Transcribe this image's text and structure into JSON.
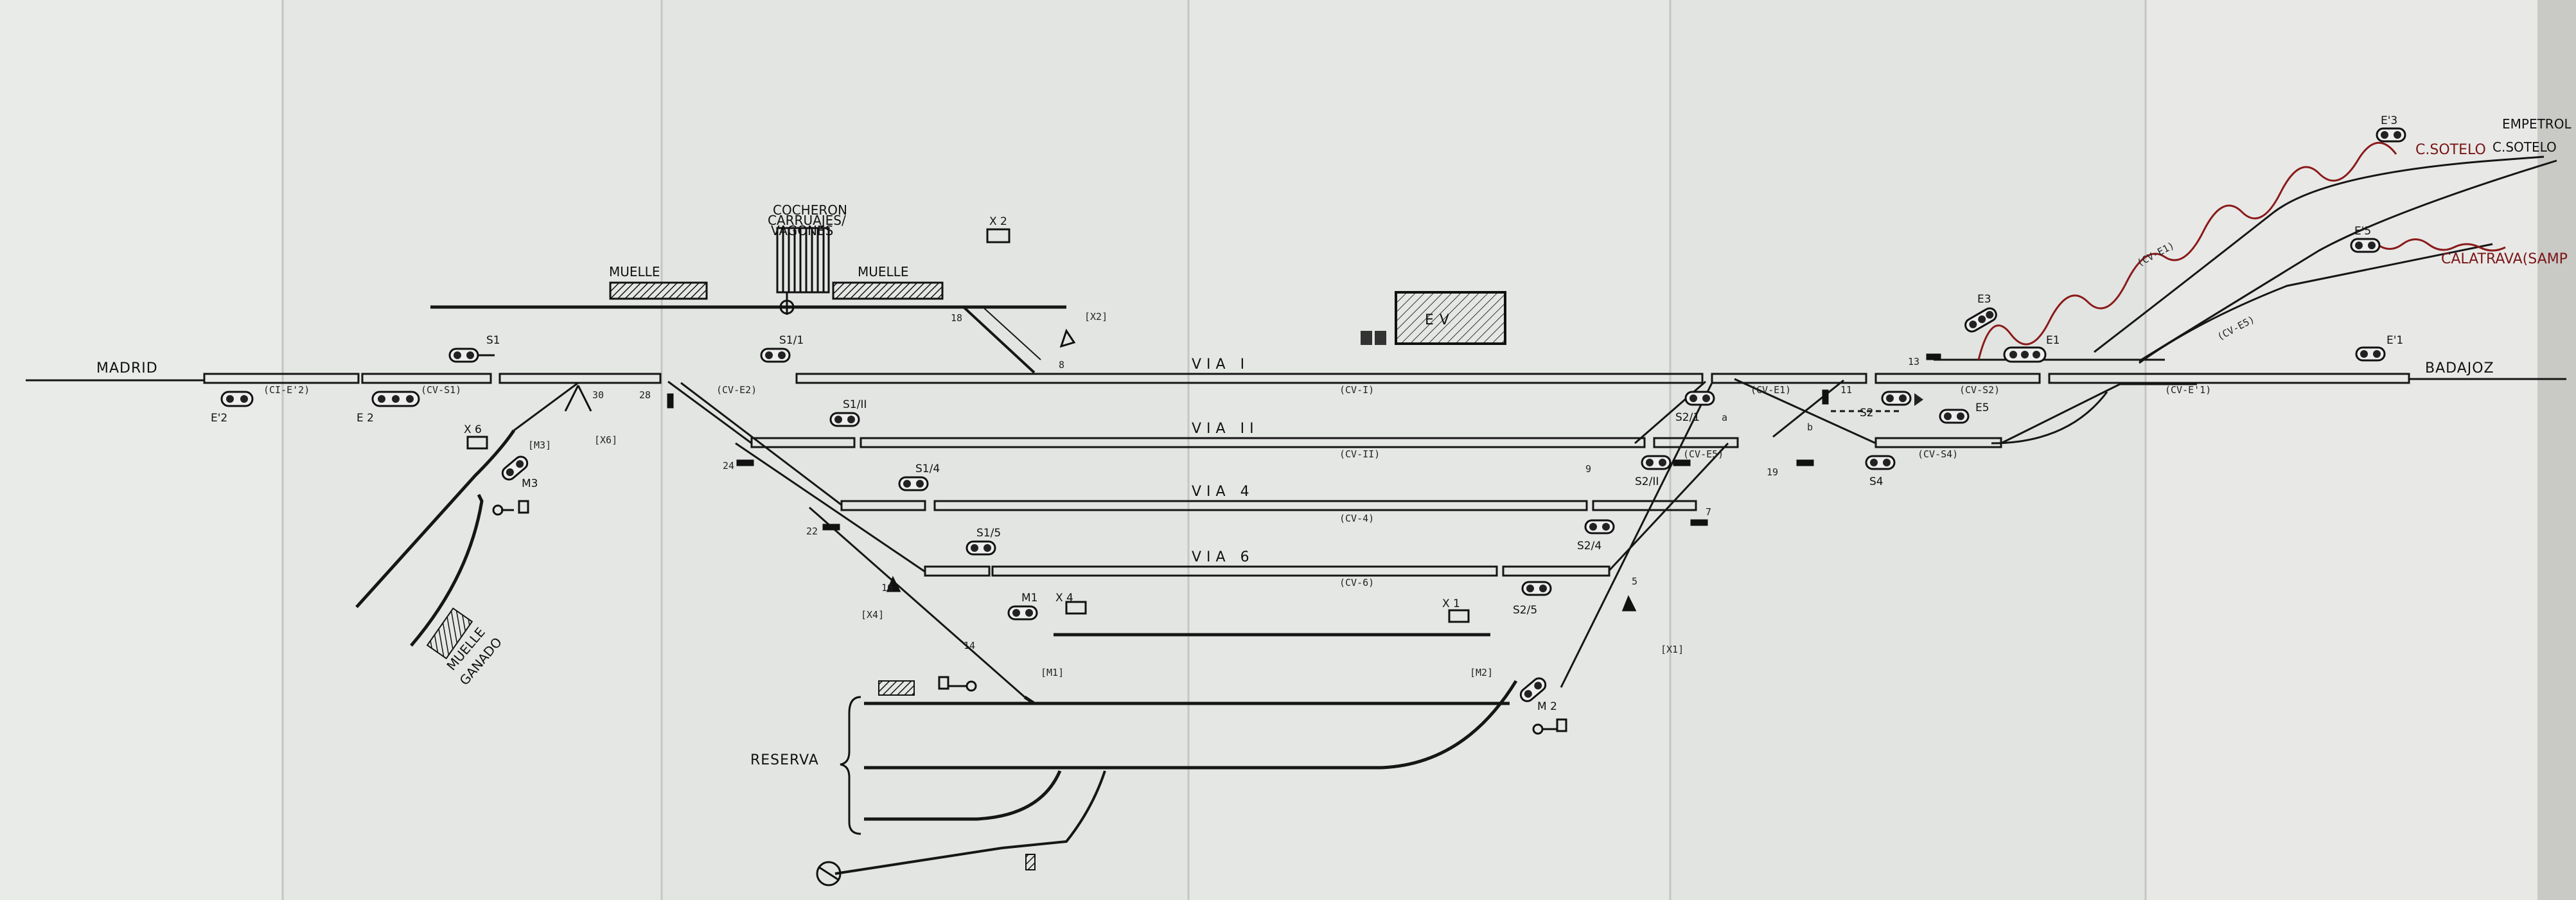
{
  "stations": {
    "west": "MADRID",
    "east": "BADAJOZ"
  },
  "tracks": {
    "via1": "VIA  I",
    "via2": "VIA  II",
    "via4": "VIA  4",
    "via6": "VIA  6"
  },
  "circuits": {
    "ci_e2": "(CI-E'2)",
    "cv_s1": "(CV-S1)",
    "cv_e2": "(CV-E2)",
    "cv_i": "(CV-I)",
    "cv_ii": "(CV-II)",
    "cv_4": "(CV-4)",
    "cv_6": "(CV-6)",
    "cv_e1": "(CV-E1)",
    "cv_e5": "(CV-E5)",
    "cv_s2": "(CV-S2)",
    "cv_s4": "(CV-S4)",
    "cv_e_1": "(CV-E'1)",
    "cv_e5_branch": "(CV-E5)",
    "cv_e1_branch": "(CV-E1)"
  },
  "signals": {
    "s1": "S1",
    "s1_1": "S1/1",
    "s1_ii": "S1/II",
    "s1_4": "S1/4",
    "s1_5": "S1/5",
    "e_2": "E'2",
    "e2": "E 2",
    "m3": "M3",
    "m1": "M1",
    "x4": "X 4",
    "x1": "X 1",
    "m2": "M 2",
    "s2_5": "S2/5",
    "s2_4": "S2/4",
    "s2_ii": "S2/II",
    "s2_1": "S2/1",
    "s2": "S2",
    "s4": "S4",
    "e3": "E3",
    "e1": "E1",
    "e5": "E5",
    "e_1": "E'1",
    "e_3": "E'3",
    "e_5": "E'5",
    "x6": "X 6",
    "x2": "X 2"
  },
  "switches": {
    "n30": "30",
    "n28": "28",
    "n24": "24",
    "n22": "22",
    "n16": "16",
    "n14": "14",
    "n18": "18",
    "n8": "8",
    "n11": "11",
    "n19": "19",
    "n7": "7",
    "n5": "5",
    "n13": "13",
    "a": "a",
    "b": "b",
    "n9": "9"
  },
  "boxes": {
    "m3": "[M3]",
    "x6": "[X6]",
    "m1": "[M1]",
    "x4": "[X4]",
    "m2": "[M2]",
    "x1": "[X1]",
    "x2": "[X2]"
  },
  "structures": {
    "muelle1": "MUELLE",
    "muelle2": "MUELLE",
    "cocheron1": "COCHERON",
    "cocheron2": "CARRUAJES/",
    "cocheron3": "VAGONES",
    "ev": "E  V",
    "ganado1": "MUELLE",
    "ganado2": "GANADO",
    "reserva": "RESERVA",
    "empetrol": "EMPETROL",
    "sotelo1": "C.SOTELO",
    "sotelo2": "C.SOTELO",
    "calatrava": "CALATRAVA(SAMP"
  },
  "colors": {
    "paper": "#e6e8e6",
    "ink": "#151515",
    "red": "#8a1a1a"
  }
}
